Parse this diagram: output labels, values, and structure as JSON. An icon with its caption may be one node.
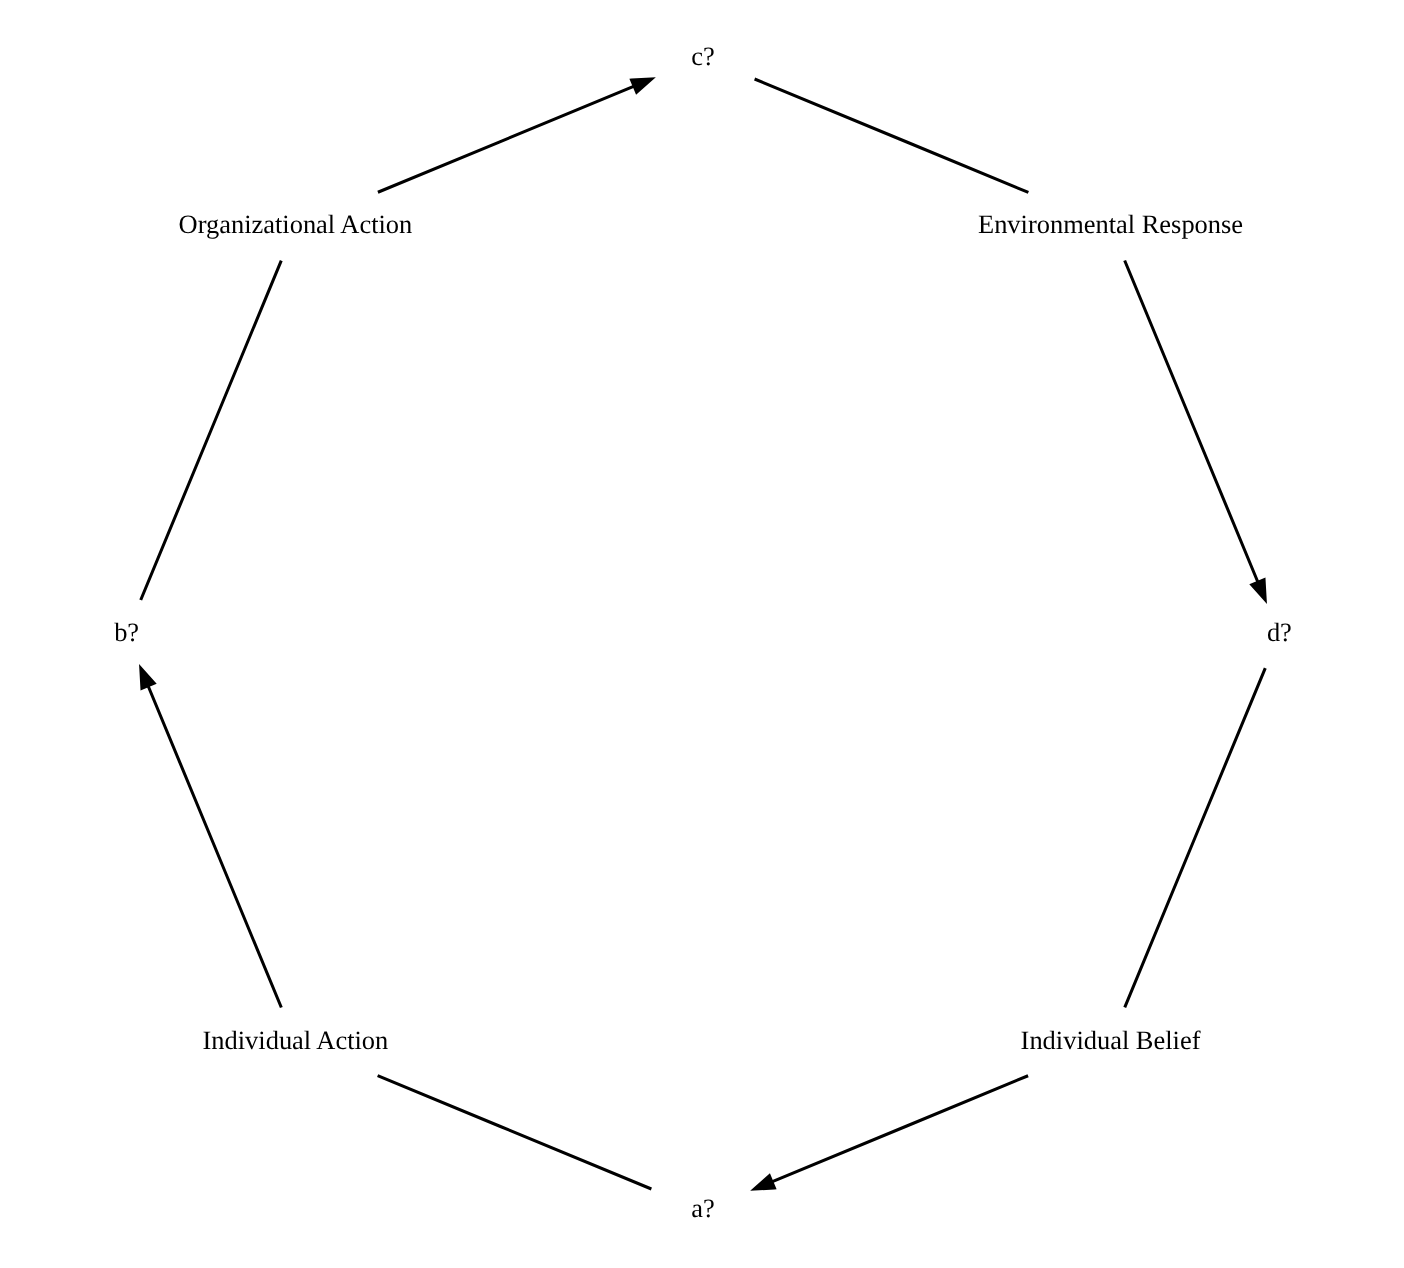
{
  "diagram": {
    "nodes": [
      {
        "text": [
          "Individual Belief"
        ]
      },
      {
        "text": [
          "a?"
        ]
      },
      {
        "text": [
          "Individual Action"
        ]
      },
      {
        "text": [
          "b?"
        ]
      },
      {
        "text": [
          "Organizational Action"
        ]
      },
      {
        "text": [
          "c?"
        ]
      },
      {
        "text": [
          "Environmental Response"
        ]
      },
      {
        "text": [
          "d?"
        ]
      }
    ],
    "edges": [
      {
        "from": 0,
        "to": 1,
        "arrow": "to"
      },
      {
        "from": 1,
        "to": 2,
        "arrow": "none"
      },
      {
        "from": 2,
        "to": 3,
        "arrow": "to"
      },
      {
        "from": 3,
        "to": 4,
        "arrow": "none"
      },
      {
        "from": 4,
        "to": 5,
        "arrow": "to"
      },
      {
        "from": 5,
        "to": 6,
        "arrow": "none"
      },
      {
        "from": 6,
        "to": 7,
        "arrow": "to"
      },
      {
        "from": 7,
        "to": 0,
        "arrow": "none"
      }
    ]
  }
}
